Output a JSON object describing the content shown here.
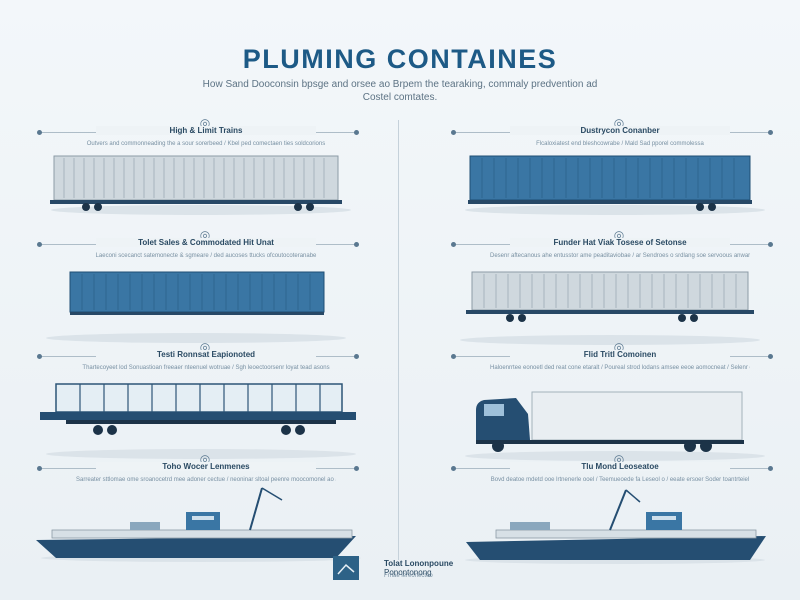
{
  "header": {
    "title": "PLUMING CONTAINES",
    "subtitle": "How Sand Dooconsin bpsge and orsee ao Brpem the tearaking, commaly predvention ad Costel comtates."
  },
  "panels": [
    {
      "icon": "container-icon",
      "title": "High & Limit Trains",
      "desc": "Outvers and commonneading the a sour sorerbeed / Kbel ped comectaen ties soldcorions"
    },
    {
      "icon": "container-icon",
      "title": "Dustrycon Conanber",
      "desc": "Flcaloxiatest end bleshcowrabe / Mald Sad pporel commolessa"
    },
    {
      "icon": "container-icon",
      "title": "Tolet Sales & Commodated Hit Unat",
      "desc": "Laeconi scecanct satemonecte & sgmeare / ded aucoses ttucks ofcoutocoteranabe"
    },
    {
      "icon": "container-icon",
      "title": "Funder Hat Viak Tosese of Setonse",
      "desc": "Desenr aftecanous ahe entusstor ame peaditaviobae / ar Sendroes o srdlang soe servoous anwared / ruley raets e chaat ntsiosing"
    },
    {
      "icon": "wagon-icon",
      "title": "Testi Ronnsat Eapionoted",
      "desc": "Thartecoyeet lod Sonuastioan freeaer nteenuel wotruae / Sgh leoectoorsenr loyat tead asons"
    },
    {
      "icon": "truck-icon",
      "title": "Flid Tritl Comoinen",
      "desc": "Haloenrrtee eonoetl ded reat cone etaralt / Poureal strod lodans amsee eeoe aomocneat / Selenr ecrnateoatt ury ate trovestiar"
    },
    {
      "icon": "ship-icon",
      "title": "Toho Wocer Lenmenes",
      "desc": "Sarreater sttlomae ome sroanocetrd mee adoner cectue / neoninar sltoal peenre moocomonel ao ameedseentloa"
    },
    {
      "icon": "ship-icon",
      "title": "Tlu Mond Leoseatoe",
      "desc": "Bovd deatoe mdetd ooe lrtnenerle ooel / Teemueoede fa Leseol o / eeate ersoer Soder toantrteiel"
    }
  ],
  "footer": {
    "logo": "logo-icon",
    "name": "Tolat Lononpoune",
    "tag": "Ponontonong",
    "sub": "Frnae lereonecteo"
  },
  "colors": {
    "accent": "#1d5a86",
    "container_blue": "#3a76a4",
    "container_grey": "#cfd8de",
    "hull": "#254e72"
  }
}
